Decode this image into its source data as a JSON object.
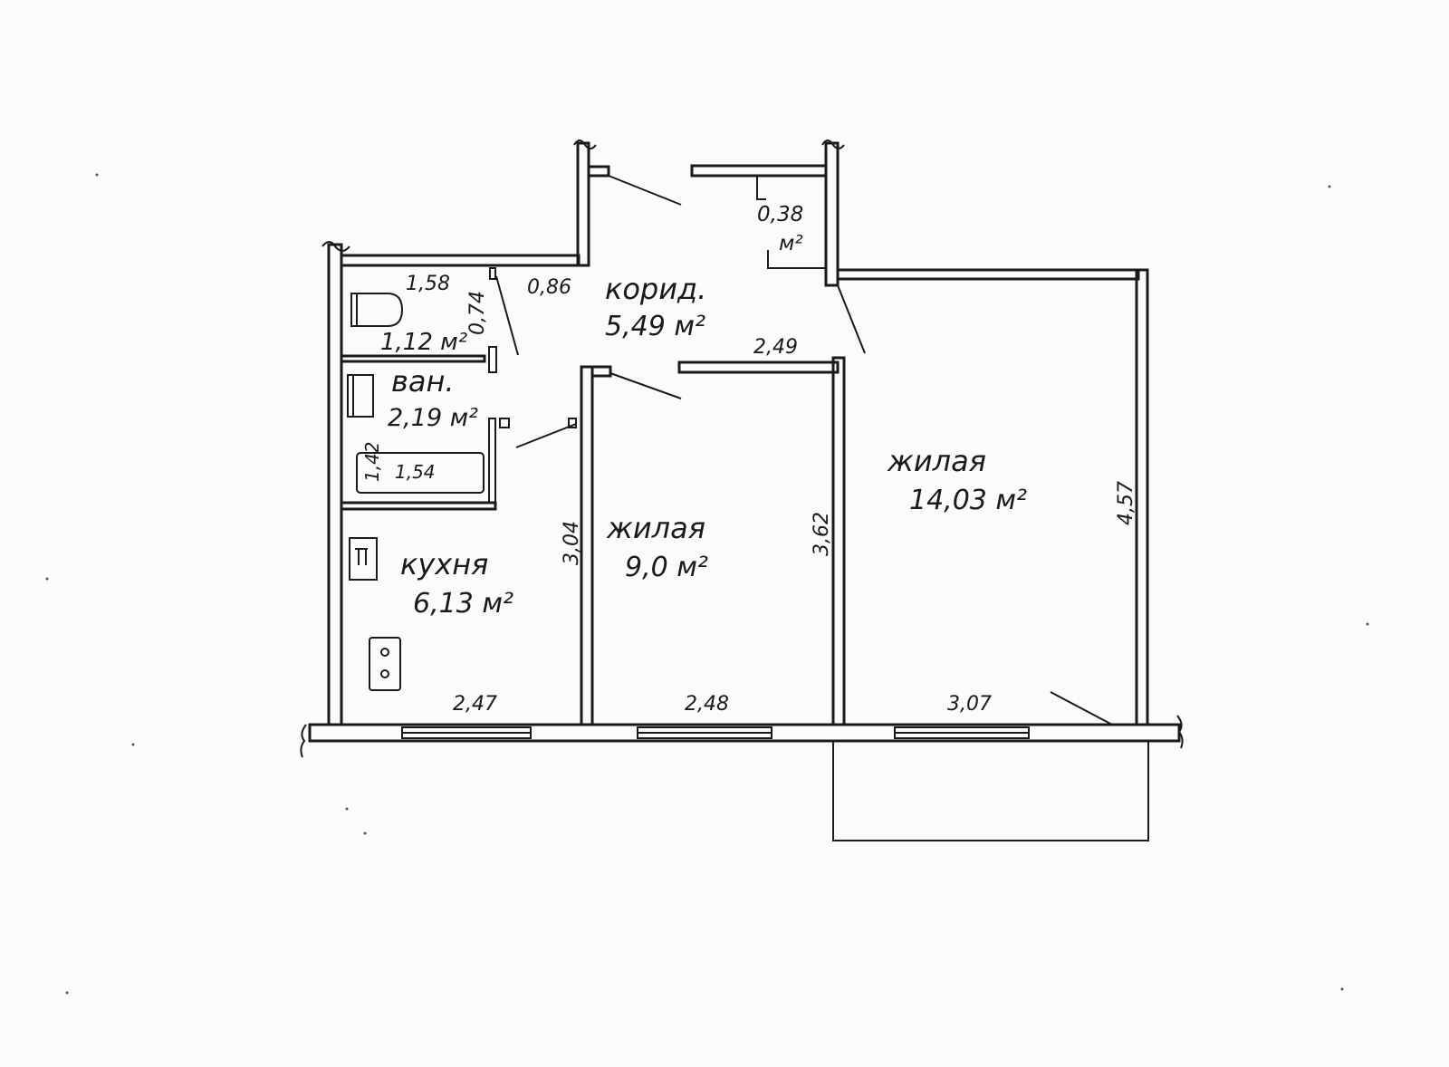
{
  "rooms": {
    "corridor": {
      "name": "корид.",
      "area": "5,49 м²"
    },
    "bath": {
      "name": "ван.",
      "area": "2,19 м²"
    },
    "toilet": {
      "area": "1,12 м²"
    },
    "closet": {
      "area_value": "0,38",
      "area_unit": "м²"
    },
    "kitchen": {
      "name": "кухня",
      "area": "6,13 м²"
    },
    "room_small": {
      "name": "жилая",
      "area": "9,0 м²"
    },
    "room_large": {
      "name": "жилая",
      "area": "14,03 м²"
    }
  },
  "dimensions": {
    "toilet_length": "1,58",
    "toilet_width": "0,74",
    "corridor_width": "0,86",
    "room_small_top": "2,49",
    "bathtub_length": "1,54",
    "bath_width": "1,42",
    "kitchen_height": "3,04",
    "room_small_height": "3,62",
    "room_large_height": "4,57",
    "kitchen_width": "2,47",
    "room_small_width": "2,48",
    "room_large_width": "3,07"
  }
}
